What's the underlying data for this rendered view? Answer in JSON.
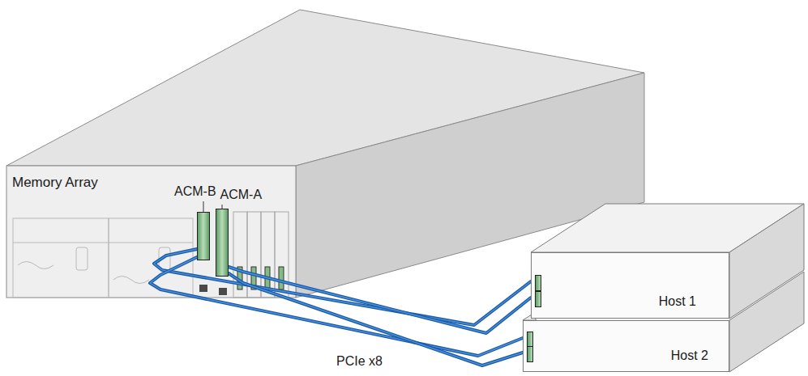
{
  "diagram": {
    "nodes": [
      {
        "text": [
          "Memory Array"
        ]
      },
      {
        "text": [
          "ACM-B"
        ],
        "in": 0
      },
      {
        "text": [
          "ACM-A"
        ],
        "in": 0
      },
      {
        "text": [
          "Host 1"
        ]
      },
      {
        "text": [
          "Host 2"
        ]
      }
    ],
    "edges": [
      {
        "from": 1,
        "to": 3,
        "arrow": "none"
      },
      {
        "from": 2,
        "to": 3,
        "arrow": "none"
      },
      {
        "from": 1,
        "to": 4,
        "arrow": "none"
      },
      {
        "from": 2,
        "to": 4,
        "arrow": "none"
      }
    ],
    "labels": [
      "PCIe x8"
    ]
  }
}
